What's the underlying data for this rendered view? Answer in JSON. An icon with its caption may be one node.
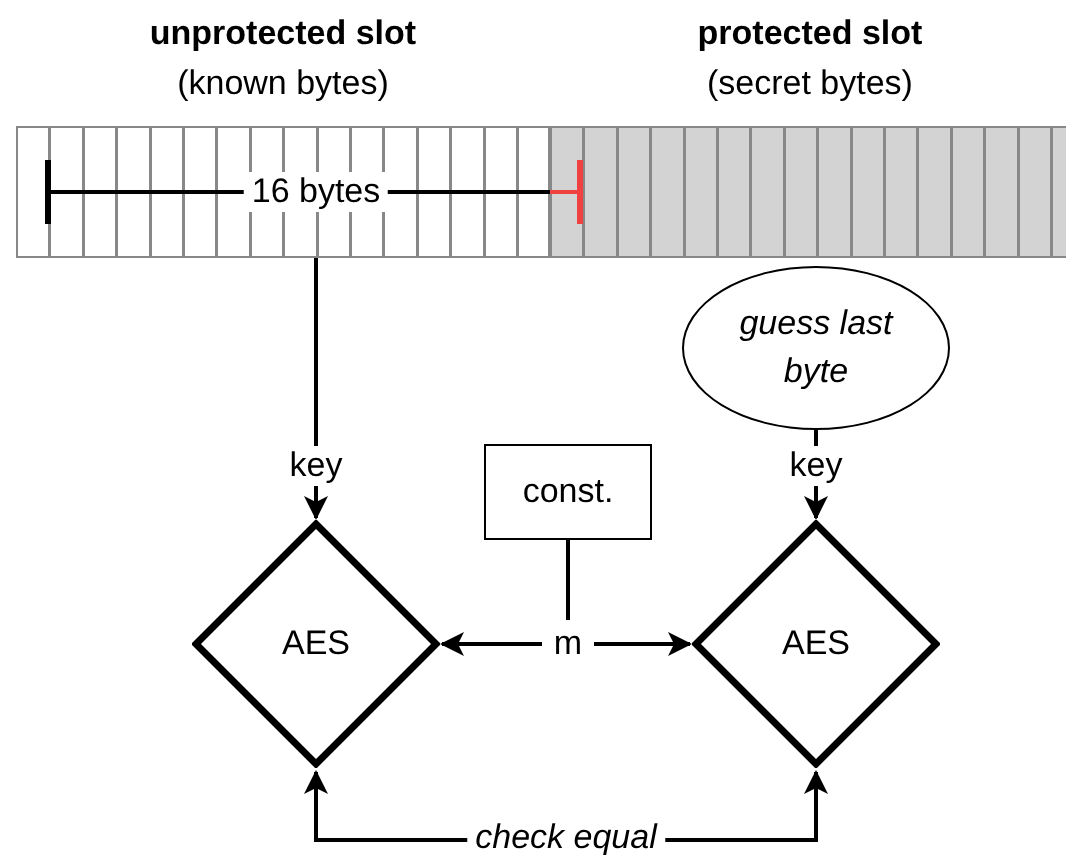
{
  "diagram": {
    "nodes": [
      {
        "text": [
          "unprotected slot",
          "(known bytes)"
        ]
      },
      {
        "text": [
          "protected slot",
          "(secret bytes)"
        ]
      },
      {
        "text": [
          "guess last byte"
        ]
      },
      {
        "text": [
          "const."
        ]
      },
      {
        "text": [
          "AES"
        ]
      },
      {
        "text": [
          "m"
        ]
      },
      {
        "text": [
          "AES"
        ]
      }
    ],
    "edges": [
      {
        "from": 0,
        "to": 4,
        "arrow": "to",
        "label": "key"
      },
      {
        "from": 2,
        "to": 6,
        "arrow": "to",
        "label": "key"
      },
      {
        "from": 3,
        "to": 5,
        "arrow": "none"
      },
      {
        "from": 5,
        "to": 4,
        "arrow": "to"
      },
      {
        "from": 5,
        "to": 6,
        "arrow": "to"
      },
      {
        "from": 4,
        "to": 6,
        "arrow": "both",
        "label": "check equal"
      }
    ],
    "labels": [
      "16 bytes"
    ]
  }
}
